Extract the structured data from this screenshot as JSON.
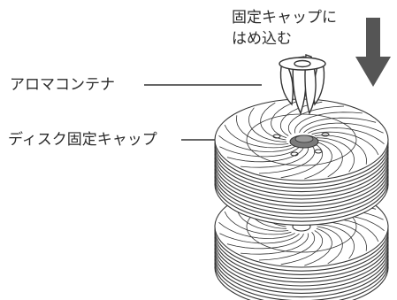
{
  "labels": {
    "instruction_line1": "固定キャップに",
    "instruction_line2": "はめ込む",
    "aroma_container": "アロマコンテナ",
    "disc_cap": "ディスク固定キャップ"
  },
  "colors": {
    "line": "#333333",
    "text": "#2a2a2a",
    "arrow": "#555555",
    "cap_fill": "#7a7a7a"
  },
  "icons": {
    "arrow": "down-arrow-icon"
  }
}
